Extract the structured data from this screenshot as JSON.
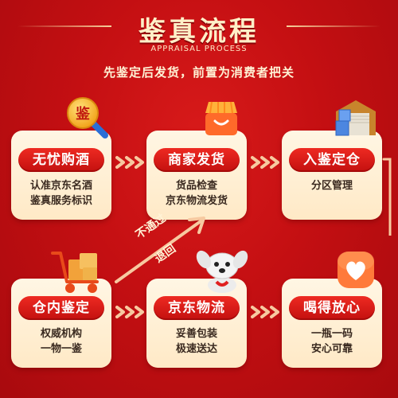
{
  "header": {
    "title": "鉴真流程",
    "subtitle_en": "APPRAISAL PROCESS",
    "tagline": "先鉴定后发货，前置为消费者把关"
  },
  "steps": [
    {
      "label": "无忧购酒",
      "desc_line1": "认准京东名酒",
      "desc_line2": "鉴真服务标识",
      "icon": "magnifier-icon",
      "icon_text": "鉴"
    },
    {
      "label": "商家发货",
      "desc_line1": "货品检查",
      "desc_line2": "京东物流发货",
      "icon": "shop-icon"
    },
    {
      "label": "入鉴定仓",
      "desc_line1": "分区管理",
      "desc_line2": "",
      "icon": "warehouse-icon"
    },
    {
      "label": "仓内鉴定",
      "desc_line1": "权威机构",
      "desc_line2": "一物一鉴",
      "icon": "handcart-icon"
    },
    {
      "label": "京东物流",
      "desc_line1": "妥善包装",
      "desc_line2": "极速送达",
      "icon": "jd-dog-icon"
    },
    {
      "label": "喝得放心",
      "desc_line1": "一瓶一码",
      "desc_line2": "安心可靠",
      "icon": "heart-icon"
    }
  ],
  "reject_path": {
    "line1": "不通过",
    "line2": "退回"
  },
  "colors": {
    "background": "#c40f12",
    "card": "#fff6e4",
    "label": "#d81a16",
    "accent_arrow": "#f7c9a0"
  }
}
